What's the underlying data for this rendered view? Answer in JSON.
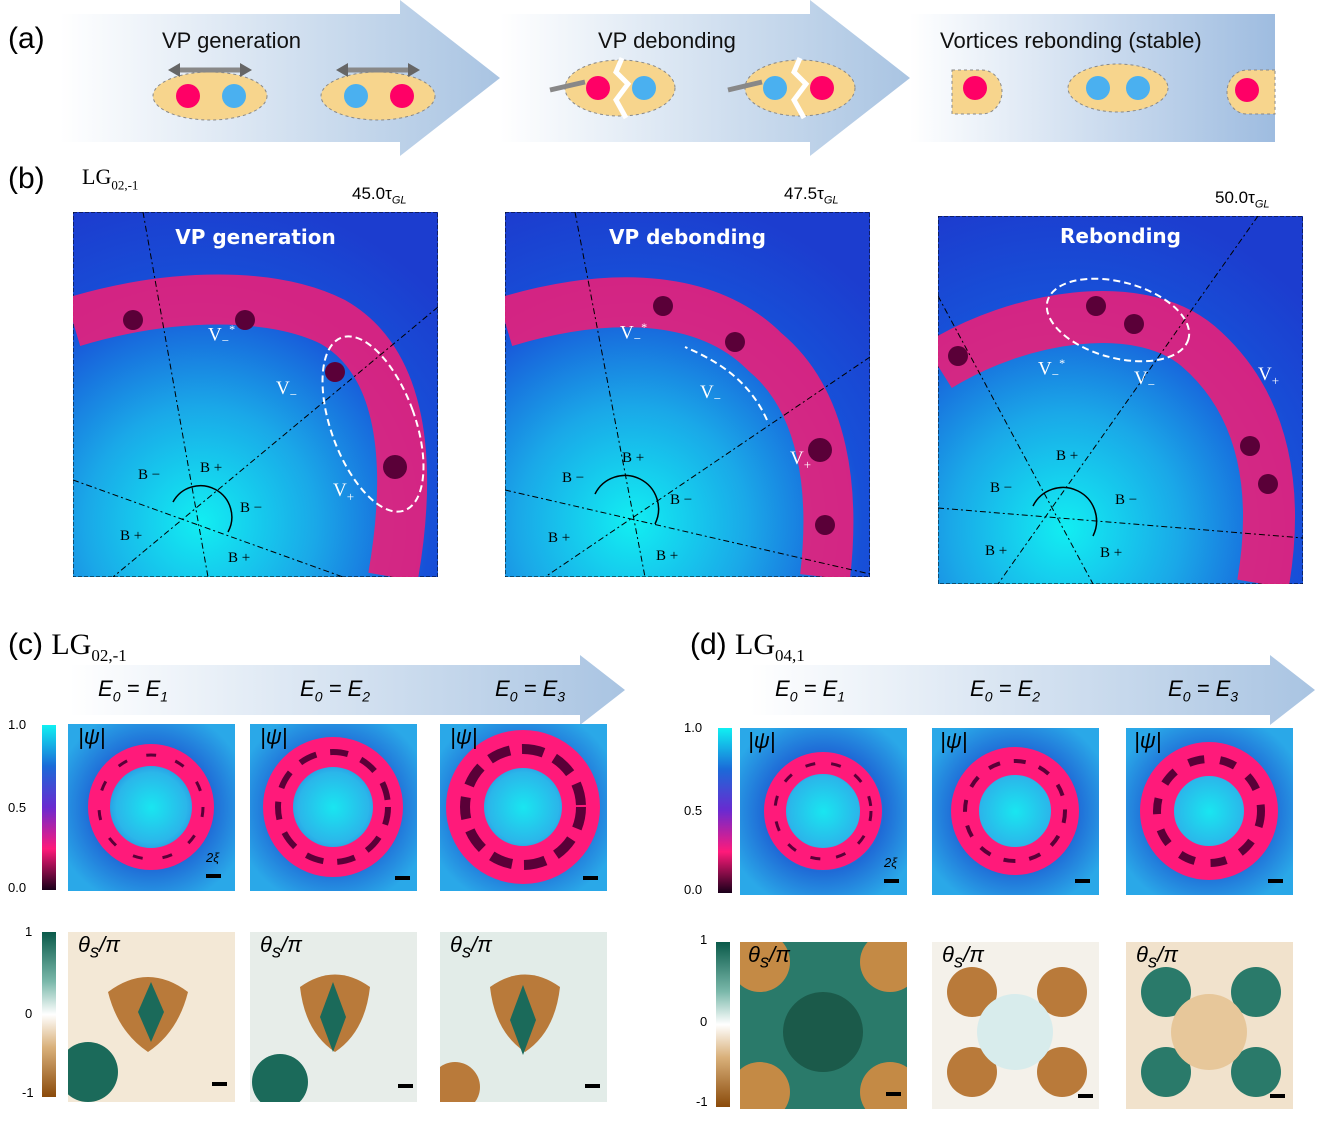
{
  "panels": {
    "a": {
      "label": "(a)",
      "stages": [
        "VP generation",
        "VP debonding",
        "Vortices rebonding (stable)"
      ]
    },
    "b": {
      "label": "(b)",
      "mode": "LG",
      "mode_sub": "02,-1",
      "times": [
        "45.0τ",
        "47.5τ",
        "50.0τ"
      ],
      "time_sub": "GL",
      "titles": [
        "VP generation",
        "VP debonding",
        "Rebonding"
      ],
      "vortex": {
        "V": "V",
        "minus": "−",
        "plus": "+",
        "star": "*"
      },
      "b_plus": "B +",
      "b_minus": "B −"
    },
    "c": {
      "label": "(c)",
      "mode": "LG",
      "mode_sub": "02,-1"
    },
    "d": {
      "label": "(d)",
      "mode": "LG",
      "mode_sub": "04,1"
    },
    "energies": {
      "E0": "E",
      "sub0": "0",
      "eq": " = ",
      "E": "E",
      "subs": [
        "1",
        "2",
        "3"
      ]
    },
    "maps": {
      "psi": "|ψ|",
      "theta": "θ",
      "theta_sub": "s",
      "theta_tail": "/π"
    },
    "scale_label": "2ξ",
    "psi_ticks": [
      "1.0",
      "0.5",
      "0.0"
    ],
    "theta_ticks": [
      "1",
      "0",
      "-1"
    ]
  }
}
